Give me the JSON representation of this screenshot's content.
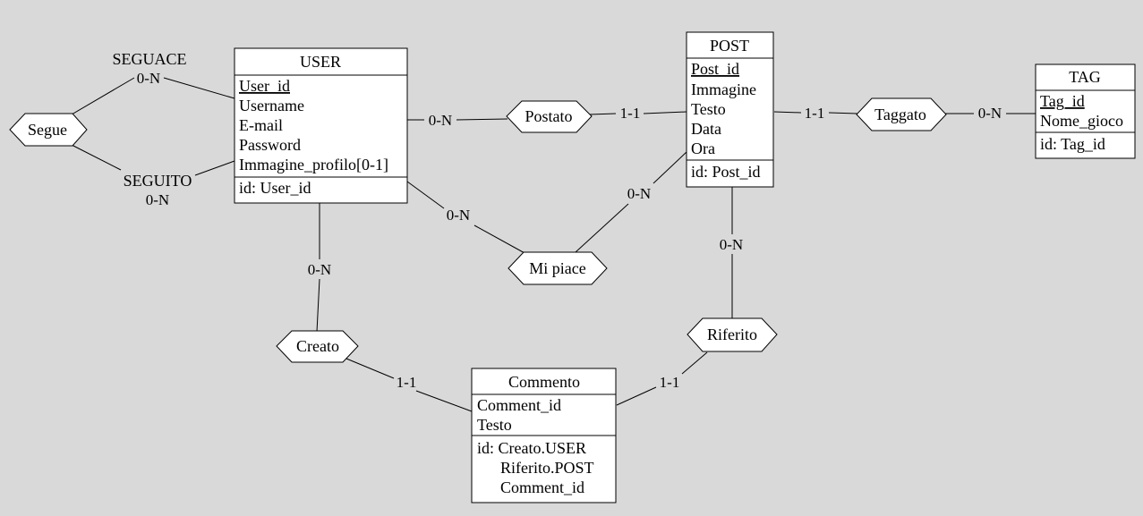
{
  "entities": {
    "user": {
      "name": "USER",
      "attributes": [
        "User_id",
        "Username",
        "E-mail",
        "Password",
        "Immagine_profilo[0-1]"
      ],
      "identifier": [
        "id: User_id"
      ]
    },
    "post": {
      "name": "POST",
      "attributes": [
        "Post_id",
        "Immagine",
        "Testo",
        "Data",
        "Ora"
      ],
      "identifier": [
        "id: Post_id"
      ]
    },
    "tag": {
      "name": "TAG",
      "attributes": [
        "Tag_id",
        "Nome_gioco"
      ],
      "identifier": [
        "id: Tag_id"
      ]
    },
    "commento": {
      "name": "Commento",
      "attributes": [
        "Comment_id",
        "Testo"
      ],
      "identifier": [
        "id: Creato.USER",
        "Riferito.POST",
        "Comment_id"
      ]
    }
  },
  "relationships": {
    "segue": "Segue",
    "postato": "Postato",
    "taggato": "Taggato",
    "mi_piace": "Mi piace",
    "creato": "Creato",
    "riferito": "Riferito"
  },
  "roles": {
    "seguace": "SEGUACE",
    "seguito": "SEGUITO"
  },
  "cardinalities": {
    "segue_seguace": "0-N",
    "segue_seguito": "0-N",
    "user_postato": "0-N",
    "post_postato": "1-1",
    "post_taggato": "1-1",
    "tag_taggato": "0-N",
    "user_mipiace": "0-N",
    "post_mipiace": "0-N",
    "user_creato": "0-N",
    "commento_creato": "1-1",
    "post_riferito": "0-N",
    "commento_riferito": "1-1"
  }
}
